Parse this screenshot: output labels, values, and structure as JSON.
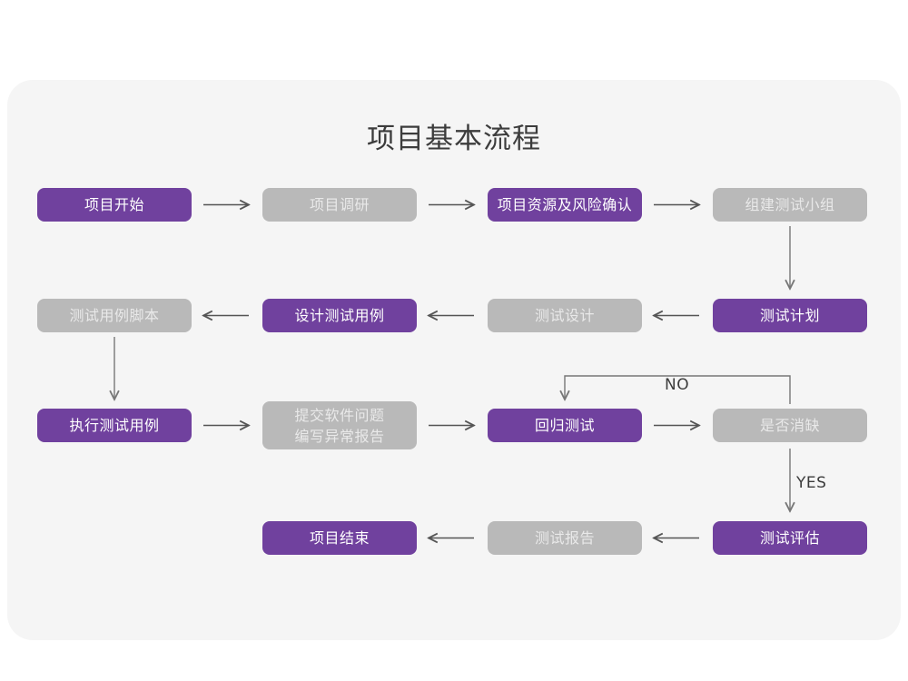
{
  "panel": {
    "background_color": "#f5f5f5",
    "page_background_color": "#ffffff"
  },
  "title": "项目基本流程",
  "colors": {
    "purple": "#70419e",
    "purple_text": "#ffffff",
    "gray": "#b9b9b9",
    "gray_text": "#e9e9e9",
    "arrow": "#555555",
    "title_text": "#3c3c3c"
  },
  "nodes": [
    {
      "id": "n1",
      "label": "项目开始",
      "style": "purple",
      "row": 1,
      "col": 1
    },
    {
      "id": "n2",
      "label": "项目调研",
      "style": "gray",
      "row": 1,
      "col": 2
    },
    {
      "id": "n3",
      "label": "项目资源及风险确认",
      "style": "purple",
      "row": 1,
      "col": 3
    },
    {
      "id": "n4",
      "label": "组建测试小组",
      "style": "gray",
      "row": 1,
      "col": 4
    },
    {
      "id": "n5",
      "label": "测试用例脚本",
      "style": "gray",
      "row": 2,
      "col": 1
    },
    {
      "id": "n6",
      "label": "设计测试用例",
      "style": "purple",
      "row": 2,
      "col": 2
    },
    {
      "id": "n7",
      "label": "测试设计",
      "style": "gray",
      "row": 2,
      "col": 3
    },
    {
      "id": "n8",
      "label": "测试计划",
      "style": "purple",
      "row": 2,
      "col": 4
    },
    {
      "id": "n9",
      "label": "执行测试用例",
      "style": "purple",
      "row": 3,
      "col": 1
    },
    {
      "id": "n10",
      "label": "提交软件问题\n编写异常报告",
      "style": "gray",
      "row": 3,
      "col": 2
    },
    {
      "id": "n11",
      "label": "回归测试",
      "style": "purple",
      "row": 3,
      "col": 3
    },
    {
      "id": "n12",
      "label": "是否消缺",
      "style": "gray",
      "row": 3,
      "col": 4
    },
    {
      "id": "n13",
      "label": "项目结束",
      "style": "purple",
      "row": 4,
      "col": 2
    },
    {
      "id": "n14",
      "label": "测试报告",
      "style": "gray",
      "row": 4,
      "col": 3
    },
    {
      "id": "n15",
      "label": "测试评估",
      "style": "purple",
      "row": 4,
      "col": 4
    }
  ],
  "edge_labels": {
    "no": "NO",
    "yes": "YES"
  }
}
